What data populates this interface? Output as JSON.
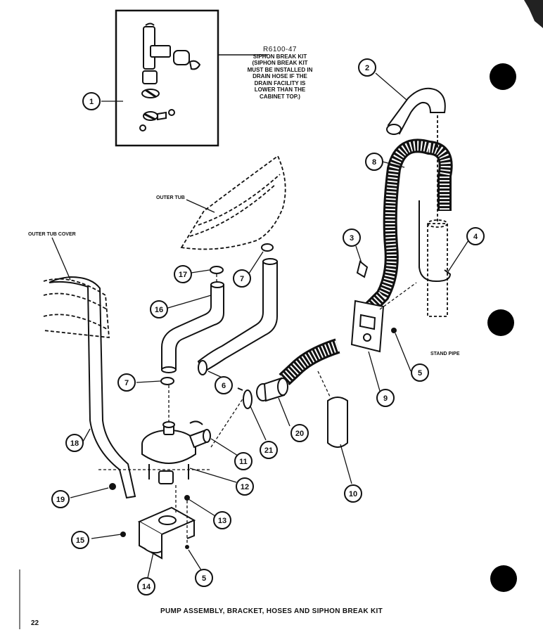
{
  "kit": {
    "part_number": "R6100-47",
    "title": "SIPHON BREAK KIT",
    "note_lines": [
      "(Siphon break kit",
      "MUST be installed in",
      "drain hose if the",
      "drain facility is",
      "lower than the",
      "cabinet top.)"
    ]
  },
  "labels": {
    "outer_tub": "OUTER TUB",
    "outer_tub_cover": "OUTER TUB COVER",
    "stand_pipe": "STAND PIPE"
  },
  "callouts": [
    "1",
    "2",
    "3",
    "4",
    "5",
    "5",
    "6",
    "7",
    "7",
    "8",
    "9",
    "10",
    "11",
    "12",
    "13",
    "14",
    "15",
    "16",
    "17",
    "18",
    "19",
    "20",
    "21"
  ],
  "caption": "PUMP ASSEMBLY, BRACKET, HOSES AND SIPHON BREAK KIT",
  "page_number": "22"
}
